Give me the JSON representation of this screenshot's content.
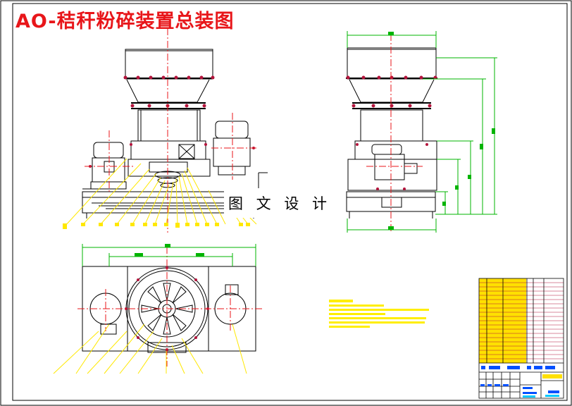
{
  "drawing": {
    "title": "AO-秸秆粉碎装置总装图",
    "watermark": "图 文 设 计"
  },
  "colors": {
    "outline": "#000000",
    "title": "#e8161a",
    "centerline": "#e8161a",
    "dimension": "#00b400",
    "leader": "#ffe800",
    "bolt": "#b4143c",
    "notes": "#ffee00",
    "table_fill": "#ffe000",
    "table_accent": "#0050ff",
    "table_cyan": "#00c8ff"
  },
  "icons": {
    "front_view": "machine-front-view",
    "side_view": "machine-side-view",
    "top_view": "machine-top-view",
    "title_block": "title-block-table"
  }
}
